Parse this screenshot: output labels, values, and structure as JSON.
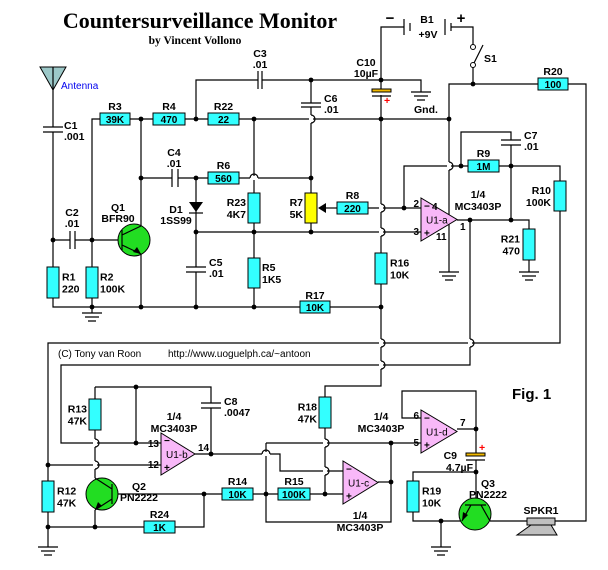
{
  "header": {
    "title": "Countersurveillance Monitor",
    "author": "by Vincent Vollono"
  },
  "credits": {
    "copyright": "(C) Tony van Roon",
    "url": "http://www.uoguelph.ca/~antoon",
    "figure": "Fig. 1"
  },
  "antenna_label": "Antenna",
  "ground_label": "Gnd.",
  "colors": {
    "resistor": "#33ffff",
    "pot": "#ffff00",
    "opamp": "#f8b8f8",
    "transistor": "#22dd22",
    "electrolytic": "#f0b800",
    "speaker": "#c0c0c0",
    "polarity": "#ff0000"
  },
  "components": {
    "R1": {
      "ref": "R1",
      "value": "220"
    },
    "R2": {
      "ref": "R2",
      "value": "100K"
    },
    "R3": {
      "ref": "R3",
      "value": "39K"
    },
    "R4": {
      "ref": "R4",
      "value": "470"
    },
    "R5": {
      "ref": "R5",
      "value": "1K5"
    },
    "R6": {
      "ref": "R6",
      "value": "560"
    },
    "R7": {
      "ref": "R7",
      "value": "5K"
    },
    "R8": {
      "ref": "R8",
      "value": "220"
    },
    "R9": {
      "ref": "R9",
      "value": "1M"
    },
    "R10": {
      "ref": "R10",
      "value": "100K"
    },
    "R12": {
      "ref": "R12",
      "value": "47K"
    },
    "R13": {
      "ref": "R13",
      "value": "47K"
    },
    "R14": {
      "ref": "R14",
      "value": "10K"
    },
    "R15": {
      "ref": "R15",
      "value": "100K"
    },
    "R16": {
      "ref": "R16",
      "value": "10K"
    },
    "R17": {
      "ref": "R17",
      "value": "10K"
    },
    "R18": {
      "ref": "R18",
      "value": "47K"
    },
    "R19": {
      "ref": "R19",
      "value": "10K"
    },
    "R20": {
      "ref": "R20",
      "value": "100"
    },
    "R21": {
      "ref": "R21",
      "value": "470"
    },
    "R22": {
      "ref": "R22",
      "value": "22"
    },
    "R23": {
      "ref": "R23",
      "value": "4K7"
    },
    "R24": {
      "ref": "R24",
      "value": "1K"
    },
    "C1": {
      "ref": "C1",
      "value": ".001"
    },
    "C2": {
      "ref": "C2",
      "value": ".01"
    },
    "C3": {
      "ref": "C3",
      "value": ".01"
    },
    "C4": {
      "ref": "C4",
      "value": ".01"
    },
    "C5": {
      "ref": "C5",
      "value": ".01"
    },
    "C6": {
      "ref": "C6",
      "value": ".01"
    },
    "C7": {
      "ref": "C7",
      "value": ".01"
    },
    "C8": {
      "ref": "C8",
      "value": ".0047"
    },
    "C9": {
      "ref": "C9",
      "value": "4.7µF"
    },
    "C10": {
      "ref": "C10",
      "value": "10µF"
    },
    "D1": {
      "ref": "D1",
      "value": "1SS99"
    },
    "Q1": {
      "ref": "Q1",
      "value": "BFR90"
    },
    "Q2": {
      "ref": "Q2",
      "value": "PN2222"
    },
    "Q3": {
      "ref": "Q3",
      "value": "PN2222"
    },
    "B1": {
      "ref": "B1",
      "value": "+9V",
      "minus": "−",
      "plus": "+"
    },
    "S1": {
      "ref": "S1"
    },
    "SPKR1": {
      "ref": "SPKR1"
    }
  },
  "opamps": {
    "a": {
      "name": "U1-a",
      "fraction": "1/4",
      "part": "MC3403P",
      "pins": {
        "inv": "2",
        "noninv": "3",
        "out": "1",
        "vcc": "4",
        "gnd": "11"
      }
    },
    "b": {
      "name": "U1-b",
      "fraction": "1/4",
      "part": "MC3403P",
      "pins": {
        "inv": "13",
        "noninv": "12",
        "out": "14"
      }
    },
    "c": {
      "name": "U1-c",
      "fraction": "1/4",
      "part": "MC3403P"
    },
    "d": {
      "name": "U1-d",
      "fraction": "1/4",
      "part": "MC3403P",
      "pins": {
        "inv": "6",
        "noninv": "5",
        "out": "7"
      }
    }
  },
  "signs": {
    "minus": "−",
    "plus": "+"
  }
}
